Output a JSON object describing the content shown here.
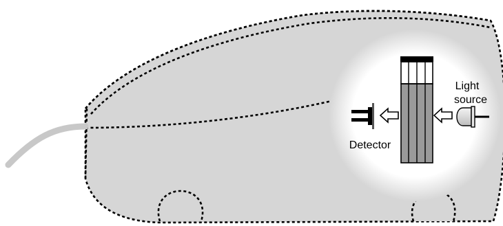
{
  "labels": {
    "light_source_line1": "Light",
    "light_source_line2": "source",
    "detector": "Detector"
  },
  "colors": {
    "body_fill": "#d6d6d6",
    "outline": "#000000",
    "lens_center": "#ffffff",
    "cuvette_liquid": "#9a9a9a",
    "cable": "#c8c8c8",
    "bulb": "#e6e6e6"
  }
}
